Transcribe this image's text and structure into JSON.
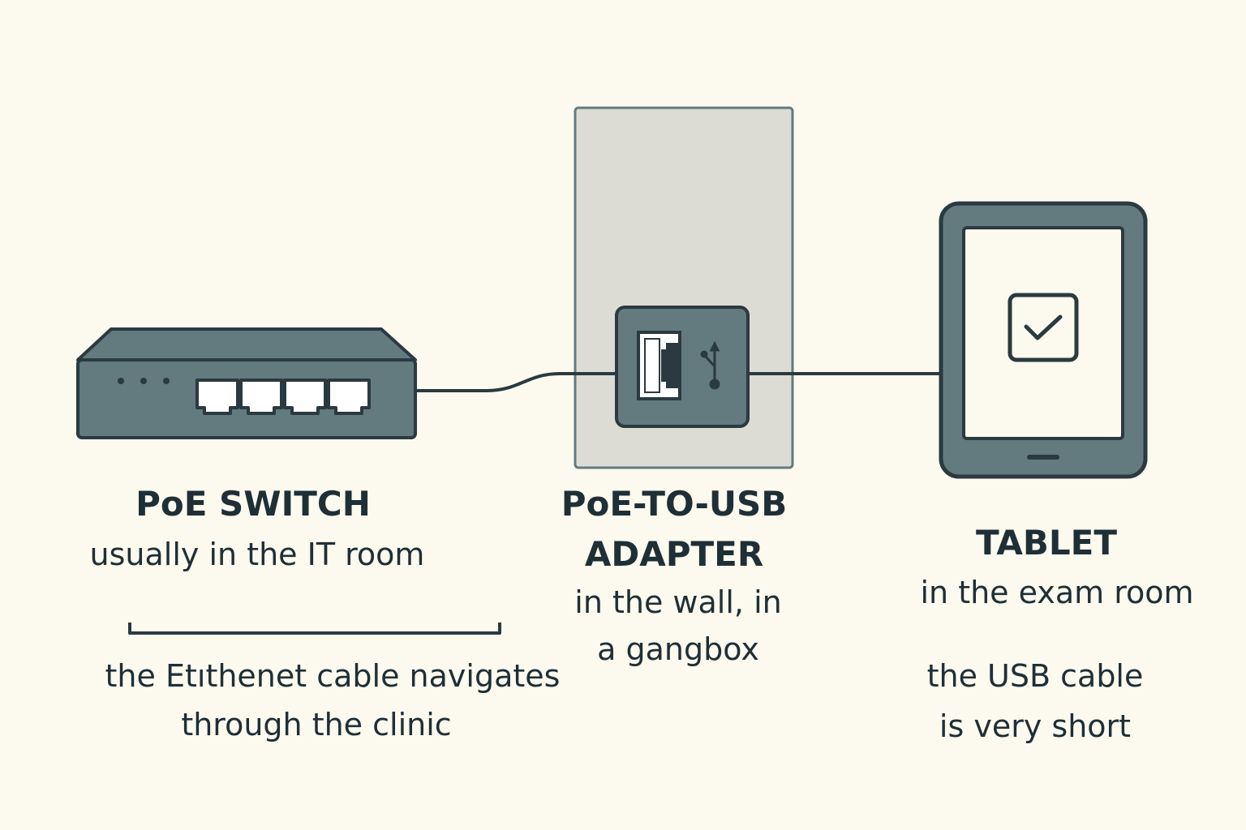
{
  "switch": {
    "title": "PoE SWITCH",
    "subtitle": "usually in the IT room",
    "icon": "network-switch-icon"
  },
  "adapter": {
    "title_line1": "PoE-TO-USB",
    "title_line2": "ADAPTER",
    "subtitle_line1": "in the wall, in",
    "subtitle_line2": "a gangbox",
    "icon": "ethernet-port-icon"
  },
  "tablet": {
    "title": "TABLET",
    "subtitle": "in the exam room",
    "icon": "checkbox-icon"
  },
  "notes": {
    "ethernet_line1": "the Etıthenet cable navigates",
    "ethernet_line2": "through the clinic",
    "usb_line1": "the USB cable",
    "usb_line2": "is very short"
  },
  "colors": {
    "background": "#fcf9ef",
    "device": "#637a7f",
    "outline": "#2a3a40",
    "wall_plate": "#dcdcd4",
    "screen": "#fcf9ef"
  }
}
